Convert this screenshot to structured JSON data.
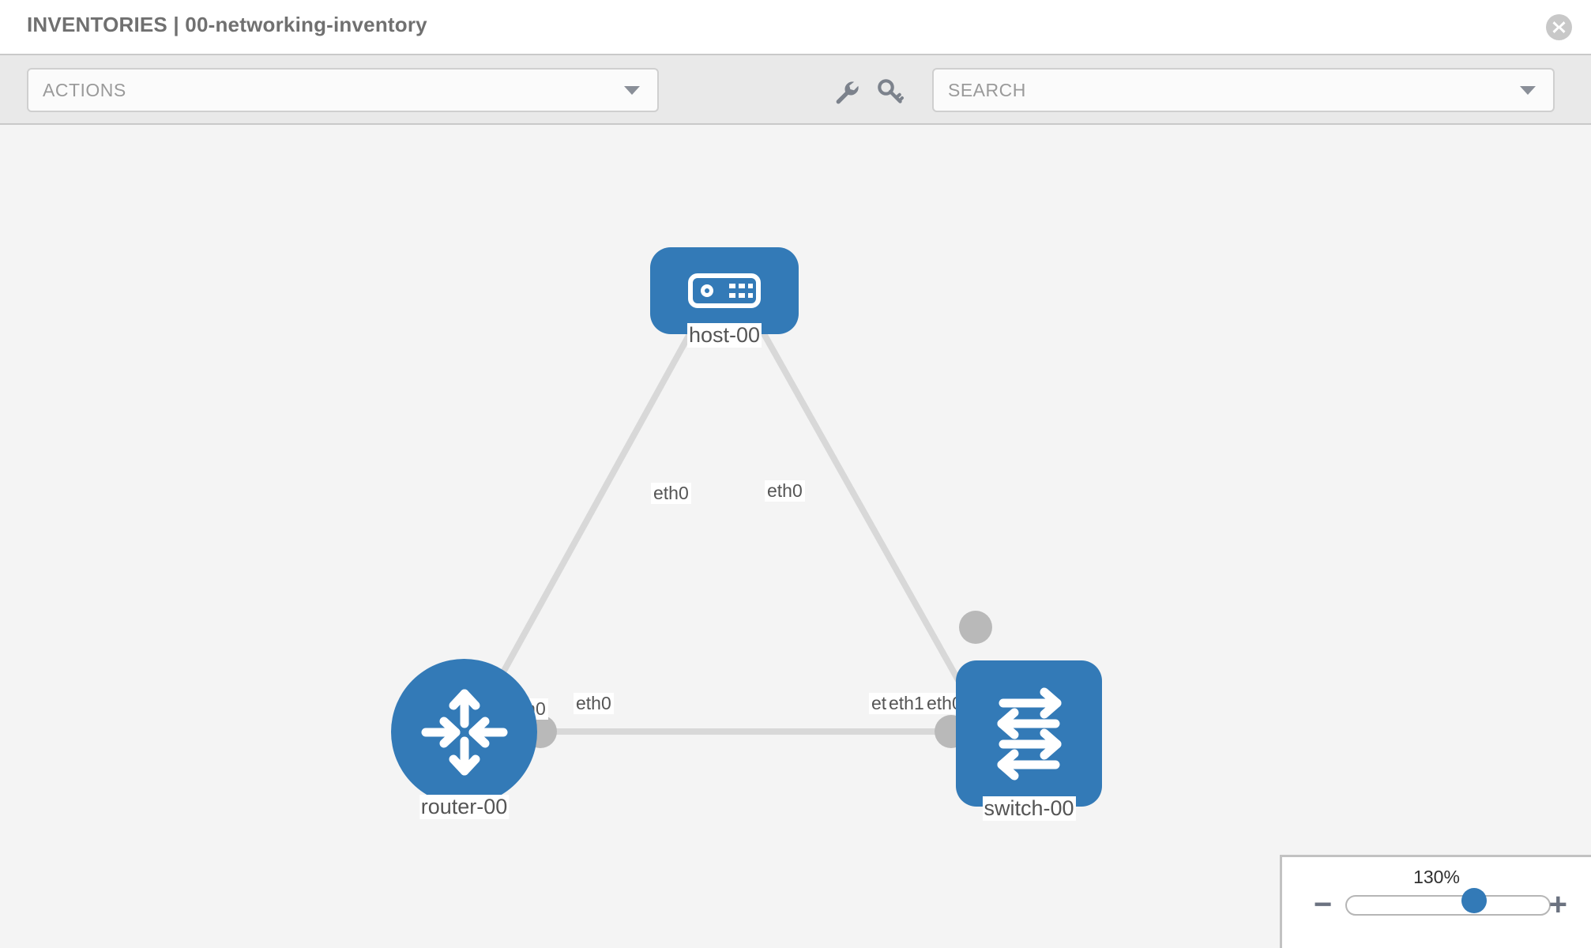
{
  "header": {
    "title": "INVENTORIES | 00-networking-inventory",
    "close_icon": "close-circle-icon"
  },
  "toolbar": {
    "actions_label": "ACTIONS",
    "actions_caret_icon": "chevron-down-icon",
    "wrench_icon": "wrench-icon",
    "key_icon": "key-icon",
    "search_placeholder": "SEARCH",
    "search_caret_icon": "chevron-down-icon"
  },
  "topology": {
    "nodes": [
      {
        "id": "host",
        "label": "host-00",
        "icon": "server-icon",
        "color": "#337ab7"
      },
      {
        "id": "router",
        "label": "router-00",
        "icon": "router-arrows-icon",
        "color": "#337ab7"
      },
      {
        "id": "switch",
        "label": "switch-00",
        "icon": "switch-arrows-icon",
        "color": "#337ab7"
      }
    ],
    "edge_labels": {
      "host_left": "eth0",
      "host_right": "eth0",
      "router_up": "eth0",
      "switch_up": "eth0",
      "router_right": "eth0",
      "switch_left_back": "eth",
      "switch_left": "eth1"
    }
  },
  "zoom": {
    "level": "130%",
    "minus_label": "−",
    "plus_label": "+"
  }
}
